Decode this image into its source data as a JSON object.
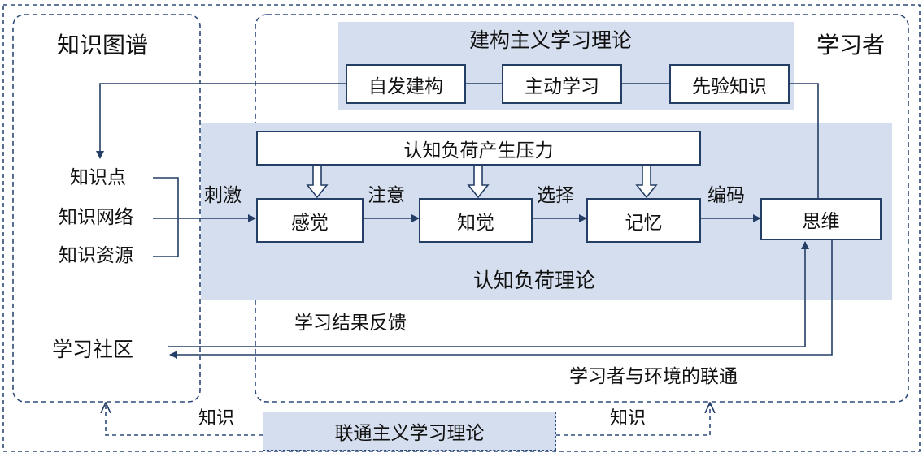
{
  "containers": {
    "knowledge_graph": "知识图谱",
    "learner": "学习者"
  },
  "constructivism": {
    "title": "建构主义学习理论",
    "boxes": [
      "自发建构",
      "主动学习",
      "先验知识"
    ]
  },
  "cognitive_load": {
    "title": "认知负荷理论",
    "pressure_box": "认知负荷产生压力",
    "stages": [
      "感觉",
      "知觉",
      "记忆",
      "思维"
    ],
    "arrow_labels": {
      "stimulus": "刺激",
      "attention": "注意",
      "selection": "选择",
      "encoding": "编码"
    }
  },
  "knowledge_items": [
    "知识点",
    "知识网络",
    "知识资源"
  ],
  "community": {
    "label": "学习社区",
    "feedback": "学习结果反馈",
    "environment_link": "学习者与环境的联通"
  },
  "connectivism": {
    "title": "联通主义学习理论",
    "left_label": "知识",
    "right_label": "知识"
  },
  "colors": {
    "line": "#243e66",
    "band": "#d5deee",
    "dashed": "#2d4a7a"
  }
}
